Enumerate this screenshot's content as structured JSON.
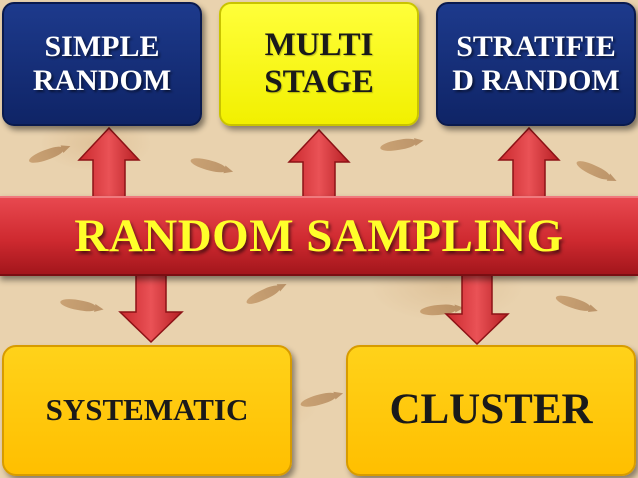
{
  "title": "RANDOM SAMPLING",
  "top_boxes": [
    {
      "id": "simple",
      "lines": [
        "SIMPLE",
        "RANDOM"
      ]
    },
    {
      "id": "multi",
      "lines": [
        "MULTI",
        "STAGE"
      ]
    },
    {
      "id": "stratified",
      "lines": [
        "STRATIFIE",
        "D RANDOM"
      ]
    }
  ],
  "bottom_boxes": [
    {
      "id": "systematic",
      "label": "SYSTEMATIC"
    },
    {
      "id": "cluster",
      "label": "CLUSTER"
    }
  ],
  "colors": {
    "banner": "#cf2a30",
    "banner_text": "#ffff2a",
    "navy_box": "#14307a",
    "yellow_box": "#f7f21a",
    "gold_box": "#ffc80a",
    "arrow": "#d8383c"
  }
}
